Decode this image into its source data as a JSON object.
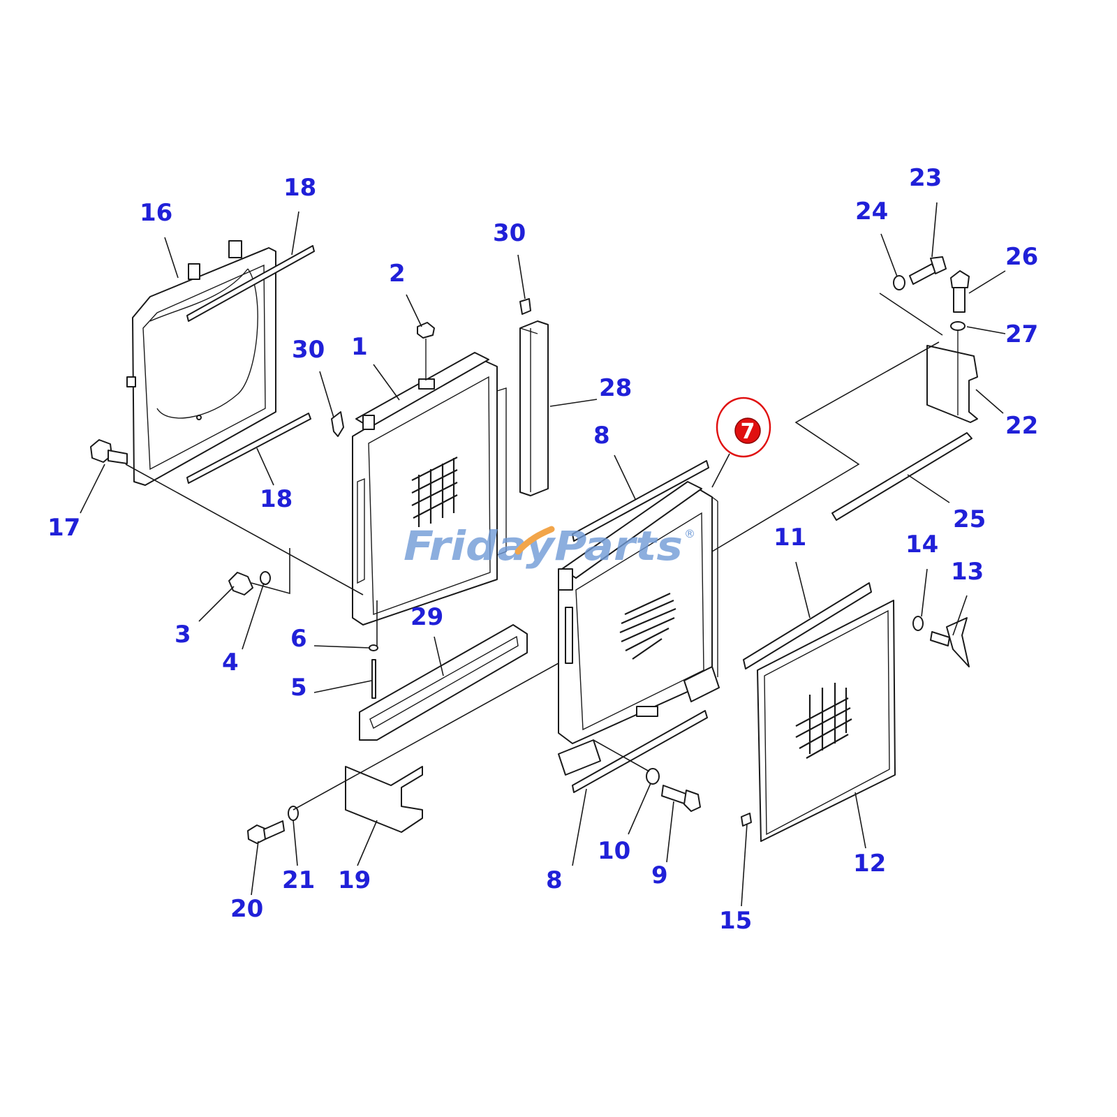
{
  "watermark": {
    "text": "FridayParts",
    "registered_mark": "®",
    "accent_color": "#f2a54a",
    "text_color": "#6f9ad6"
  },
  "label_color": "#2020d8",
  "highlight": {
    "label": "7",
    "color": "#e01010"
  },
  "callouts": [
    {
      "key": "c16",
      "label": "16"
    },
    {
      "key": "c18a",
      "label": "18"
    },
    {
      "key": "c18b",
      "label": "18"
    },
    {
      "key": "c17",
      "label": "17"
    },
    {
      "key": "c30a",
      "label": "30"
    },
    {
      "key": "c30b",
      "label": "30"
    },
    {
      "key": "c2",
      "label": "2"
    },
    {
      "key": "c1",
      "label": "1"
    },
    {
      "key": "c28",
      "label": "28"
    },
    {
      "key": "c8a",
      "label": "8"
    },
    {
      "key": "c8b",
      "label": "8"
    },
    {
      "key": "c3",
      "label": "3"
    },
    {
      "key": "c4",
      "label": "4"
    },
    {
      "key": "c6",
      "label": "6"
    },
    {
      "key": "c5",
      "label": "5"
    },
    {
      "key": "c29",
      "label": "29"
    },
    {
      "key": "c20",
      "label": "20"
    },
    {
      "key": "c21",
      "label": "21"
    },
    {
      "key": "c19",
      "label": "19"
    },
    {
      "key": "c10",
      "label": "10"
    },
    {
      "key": "c9",
      "label": "9"
    },
    {
      "key": "c11",
      "label": "11"
    },
    {
      "key": "c12",
      "label": "12"
    },
    {
      "key": "c13",
      "label": "13"
    },
    {
      "key": "c14",
      "label": "14"
    },
    {
      "key": "c15",
      "label": "15"
    },
    {
      "key": "c22",
      "label": "22"
    },
    {
      "key": "c23",
      "label": "23"
    },
    {
      "key": "c24",
      "label": "24"
    },
    {
      "key": "c25",
      "label": "25"
    },
    {
      "key": "c26",
      "label": "26"
    },
    {
      "key": "c27",
      "label": "27"
    }
  ]
}
